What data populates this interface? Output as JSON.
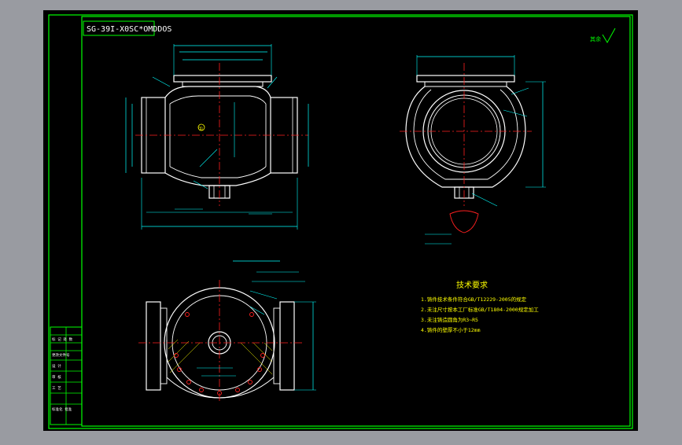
{
  "drawing": {
    "code_box": "SG-39I-X0SC*OMDDOS",
    "tech_title": "技术要求",
    "tech_notes": [
      "1.铸件技术条件符合GB/T12229-2005的规定",
      "2.未注尺寸按本工厂标准GB/T1804-2000规定加工",
      "3.未注铸造圆角为R3~R5",
      "4.铸件的壁厚不小于12mm"
    ],
    "title_block_rows": [
      "标 记 处 数",
      "更改文件号",
      "设 计",
      "审 核",
      "工 艺",
      "标准化 批准"
    ],
    "roughness_note": "其余",
    "centre_mark": "①"
  },
  "colors": {
    "background": "#000000",
    "frame": "#00ff00",
    "geometry": "#ffffff",
    "centerline": "#ff2020",
    "dimension": "#00ffff",
    "note": "#ffff00",
    "text": "#ffff00"
  }
}
